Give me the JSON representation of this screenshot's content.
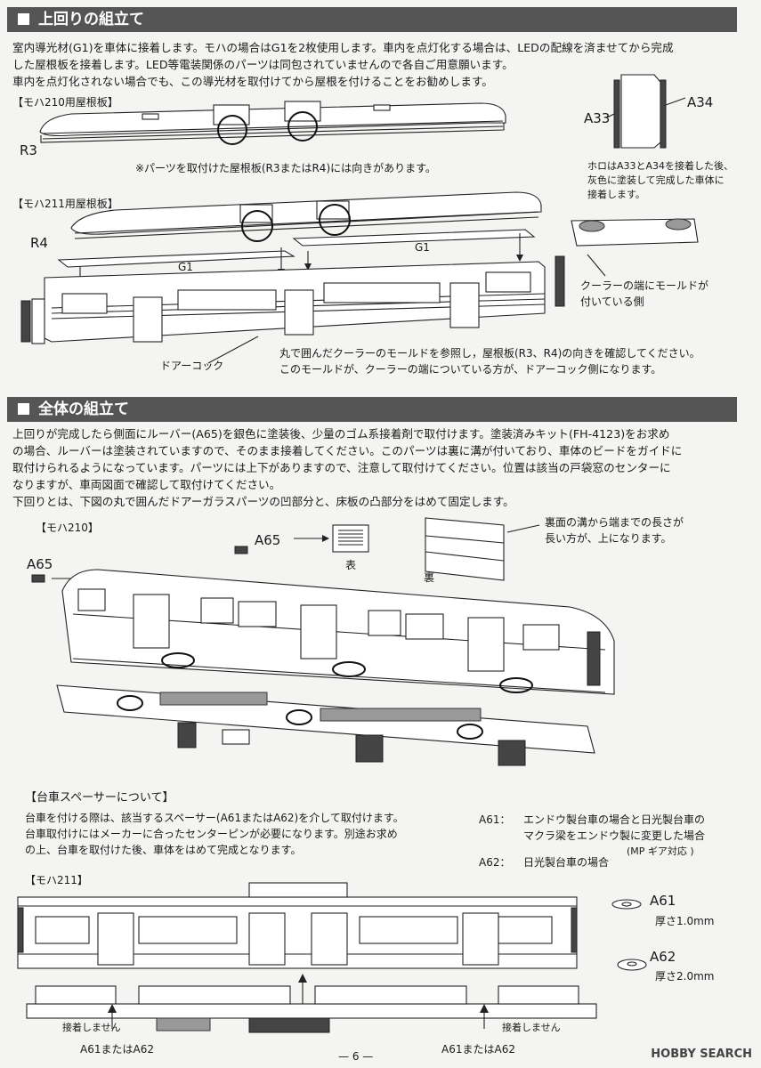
{
  "section1": {
    "title": "上回りの組立て",
    "intro": [
      "室内導光材(G1)を車体に接着します。モハの場合はG1を2枚使用します。車内を点灯化する場合は、LEDの配線を済ませてから完成",
      "した屋根板を接着します。LED等電装関係のパーツは同包されていませんので各自ご用意願います。",
      "車内を点灯化されない場合でも、この導光材を取付けてから屋根を付けることをお勧めします。"
    ],
    "roof210_label": "【モハ210用屋根板】",
    "r3": "R3",
    "roof_note": "※パーツを取付けた屋根板(R3またはR4)には向きがあります。",
    "a33": "A33",
    "a34": "A34",
    "horo_note": [
      "ホロはA33とA34を接着した後、",
      "灰色に塗装して完成した車体に",
      "接着します。"
    ],
    "roof211_label": "【モハ211用屋根板】",
    "r4": "R4",
    "g1_left": "G1",
    "g1_right": "G1",
    "cooler_note": [
      "クーラーの端にモールドが",
      "付いている側"
    ],
    "door_cock": "ドアーコック",
    "mold_note": [
      "丸で囲んだクーラーのモールドを参照し，屋根板(R3、R4)の向きを確認してください。",
      "このモールドが、クーラーの端についている方が、ドアーコック側になります。"
    ]
  },
  "section2": {
    "title": "全体の組立て",
    "intro": [
      "上回りが完成したら側面にルーバー(A65)を銀色に塗装後、少量のゴム系接着剤で取付けます。塗装済みキット(FH-4123)をお求め",
      "の場合、ルーバーは塗装されていますので、そのまま接着してください。このパーツは裏に溝が付いており、車体のビードをガイドに",
      "取付けられるようになっています。パーツには上下がありますので、注意して取付けてください。位置は該当の戸袋窓のセンターに",
      "なりますが、車両図面で確認して取付けてください。",
      "下回りとは、下図の丸で囲んだドアーガラスパーツの凹部分と、床板の凸部分をはめて固定します。"
    ],
    "moha210_label": "【モハ210】",
    "a65_top": "A65",
    "a65_left": "A65",
    "omote": "表",
    "ura": "裏",
    "groove_note": [
      "裏面の溝から端までの長さが",
      "長い方が、上になります。"
    ],
    "spacer_head": "【台車スペーサーについて】",
    "spacer_text": [
      "台車を付ける際は、該当するスペーサー(A61またはA62)を介して取付けます。",
      "台車取付けにはメーカーに合ったセンターピンが必要になります。別途お求め",
      "の上、台車を取付けた後、車体をはめて完成となります。"
    ],
    "a61_key": "A61：",
    "a61_desc": [
      "エンドウ製台車の場合と日光製台車の",
      "マクラ梁をエンドウ製に変更した場合",
      "(MP ギア対応 )"
    ],
    "a62_key": "A62：",
    "a62_desc": "日光製台車の場合",
    "moha211_label": "【モハ211】",
    "a61_part": "A61",
    "a61_thick": "厚さ1.0mm",
    "a62_part": "A62",
    "a62_thick": "厚さ2.0mm",
    "no_glue_left": "接着しません",
    "no_glue_right": "接着しません",
    "a61or62_left": "A61またはA62",
    "a61or62_right": "A61またはA62"
  },
  "page_number": "— 6 —",
  "watermark": "HOBBY SEARCH"
}
